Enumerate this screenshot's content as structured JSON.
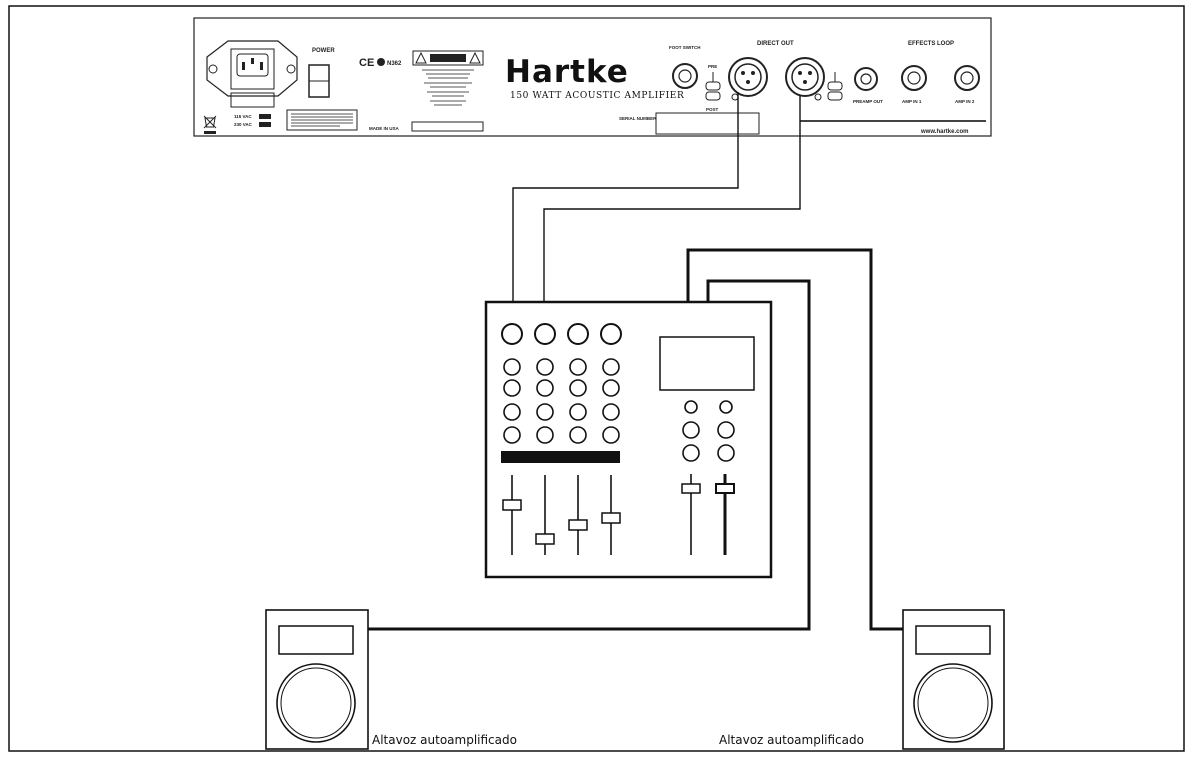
{
  "amp_panel": {
    "brand": "Hartke",
    "model": "150 WATT ACOUSTIC AMPLIFIER",
    "power_label": "POWER",
    "ce_mark": "CE",
    "cert_code": "N362",
    "direct_out_label": "DIRECT OUT",
    "effects_loop_label": "EFFECTS LOOP",
    "amp_in_1_label": "AMP IN 1",
    "amp_in_2_label": "AMP IN 2",
    "preamp_out_label": "PREAMP OUT",
    "pre_label": "PRE",
    "post_label": "POST",
    "footswitch_label": "FOOT SWITCH",
    "serial_label": "SERIAL NUMBER",
    "website": "www.hartke.com",
    "voltage_1": "115 VAC",
    "voltage_2": "230 VAC",
    "made_in": "MADE IN USA"
  },
  "speakers": [
    {
      "label": "Altavoz autoamplificado"
    },
    {
      "label": "Altavoz autoamplificado"
    }
  ]
}
